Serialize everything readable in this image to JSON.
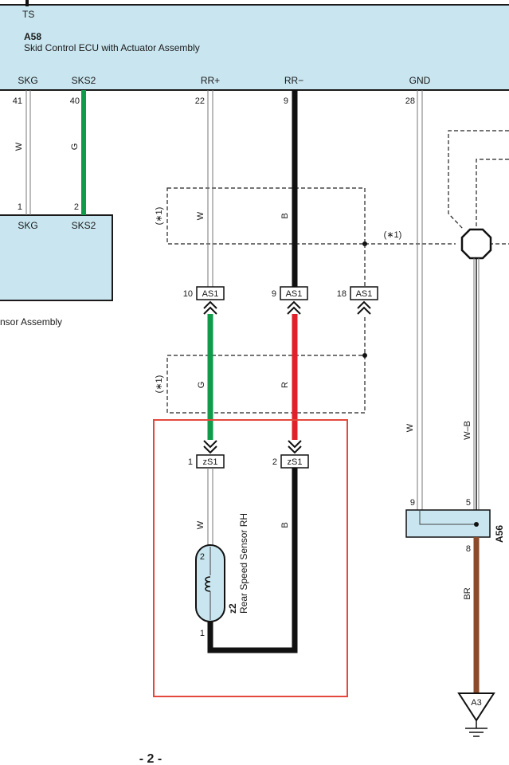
{
  "ecu": {
    "top_label": "TS",
    "code": "A58",
    "name": "Skid Control ECU with Actuator Assembly",
    "terminals": [
      {
        "label": "SKG",
        "pin": "41"
      },
      {
        "label": "SKS2",
        "pin": "40"
      },
      {
        "label": "RR+",
        "pin": "22"
      },
      {
        "label": "RR−",
        "pin": "9"
      },
      {
        "label": "GND",
        "pin": "28"
      }
    ]
  },
  "sensor_assembly": {
    "name_fragment": "nsor Assembly",
    "terminals": [
      {
        "label": "SKG",
        "pin": "1"
      },
      {
        "label": "SKS2",
        "pin": "2"
      }
    ]
  },
  "wire_colors": {
    "skg": "W",
    "sks2": "G",
    "rr_plus_upper": "W",
    "rr_minus_upper": "B",
    "rr_plus_mid": "G",
    "rr_minus_mid": "R",
    "rr_plus_lower": "W",
    "rr_minus_lower": "B",
    "gnd_w": "W",
    "gnd_wb": "W–B",
    "gnd_br": "BR"
  },
  "notes": {
    "n1": "(∗1)",
    "n2": "(∗1)",
    "n3": "(∗1)"
  },
  "connectors": {
    "as1": [
      {
        "pin": "10",
        "label": "AS1"
      },
      {
        "pin": "9",
        "label": "AS1"
      },
      {
        "pin": "18",
        "label": "AS1"
      }
    ],
    "zs1": [
      {
        "pin": "1",
        "label": "zS1"
      },
      {
        "pin": "2",
        "label": "zS1"
      }
    ]
  },
  "sensor": {
    "code": "z2",
    "name": "Rear Speed Sensor RH",
    "pin_top": "2",
    "pin_bottom": "1"
  },
  "junction": {
    "code": "A56",
    "pin_left": "9",
    "pin_right": "5",
    "pin_bottom": "8"
  },
  "ground": {
    "code": "A3"
  },
  "page_number": "- 2 -",
  "colors": {
    "ecu_fill": "#c9e6f0",
    "green": "#119a4a",
    "red": "#e0202a",
    "black": "#111111",
    "brown": "#8b4a2b",
    "highlight": "#e4483c"
  }
}
